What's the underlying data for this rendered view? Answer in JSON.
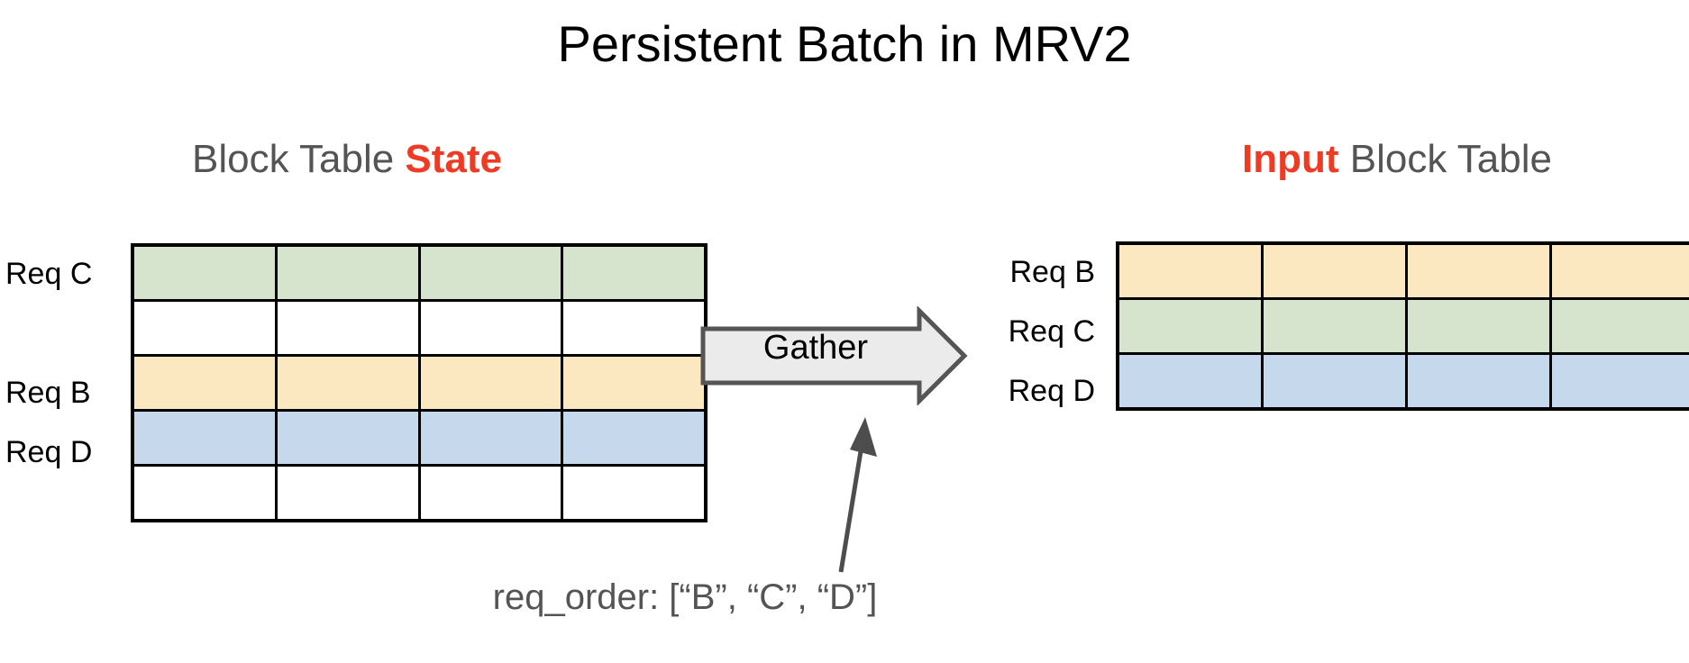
{
  "title": "Persistent Batch in MRV2",
  "colors": {
    "accent_red": "#ef3b23",
    "heading_gray": "#545454",
    "green_cell": "#d7e4cd",
    "yellow_cell": "#fbe8c1",
    "blue_cell": "#c6d9ec",
    "white_cell": "#ffffff",
    "border_black": "#000000",
    "arrow_fill": "#ebebeb",
    "arrow_stroke": "#555555",
    "pointer_arrow": "#4d4d4d"
  },
  "state_table": {
    "heading_prefix": "Block Table ",
    "heading_emph": "State",
    "columns": 4,
    "rows": [
      {
        "label": "Req C",
        "fill": "green"
      },
      {
        "label": "",
        "fill": "white"
      },
      {
        "label": "Req B",
        "fill": "yellow"
      },
      {
        "label": "Req D",
        "fill": "blue"
      },
      {
        "label": "",
        "fill": "white"
      }
    ]
  },
  "input_table": {
    "heading_emph": "Input",
    "heading_suffix": " Block Table",
    "columns": 4,
    "rows": [
      {
        "label": "Req B",
        "fill": "yellow"
      },
      {
        "label": "Req C",
        "fill": "green"
      },
      {
        "label": "Req D",
        "fill": "blue"
      }
    ]
  },
  "gather": {
    "label": "Gather",
    "direction": "right"
  },
  "caption": {
    "text": "req_order: [“B”, “C”, “D”]"
  }
}
